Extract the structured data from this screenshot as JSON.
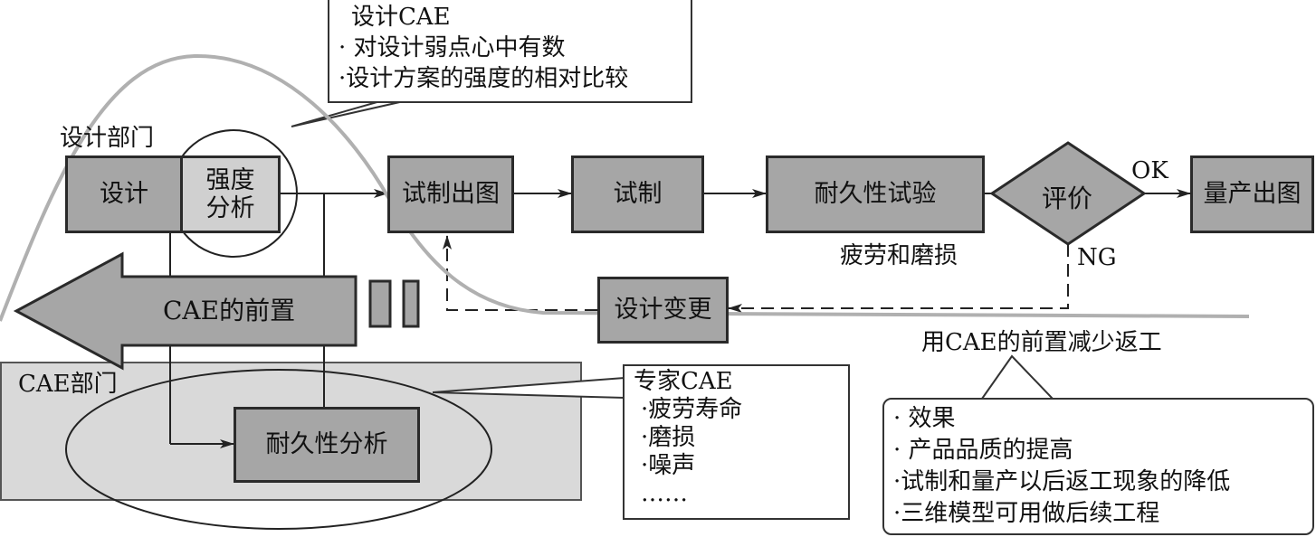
{
  "design_dept": {
    "label": "设计部门",
    "design_box": "设计",
    "strength_box_l1": "强度",
    "strength_box_l2": "分析"
  },
  "design_cae_callout": {
    "title": "设计CAE",
    "items": [
      "· 对设计弱点心中有数",
      "·设计方案的强度的相对比较"
    ]
  },
  "flow": {
    "prototype_drawing": "试制出图",
    "prototype": "试制",
    "durability_test": "耐久性试验",
    "evaluate": "评价",
    "mass_production_drawing": "量产出图",
    "ok_label": "OK",
    "ng_label": "NG",
    "fatigue_wear": "疲劳和磨损",
    "design_change": "设计变更"
  },
  "cae_front_arrow": "CAE的前置",
  "cae_dept": {
    "label": "CAE部门",
    "durability_analysis": "耐久性分析"
  },
  "expert_cae_callout": {
    "title": "专家CAE",
    "items": [
      "·疲劳寿命",
      "·磨损",
      "·噪声",
      "……"
    ]
  },
  "reduce_rework_label": "用CAE的前置减少返工",
  "effect_callout": {
    "items": [
      "· 效果",
      "· 产品品质的提高",
      "·试制和量产以后返工现象的降低",
      "·三维模型可用做后续工程"
    ]
  },
  "colors": {
    "box_fill": "#a6a6a6",
    "cae_region_fill": "#d9d9d9",
    "strength_box_fill": "#d0d0d0",
    "curve": "#b0b0b0"
  }
}
